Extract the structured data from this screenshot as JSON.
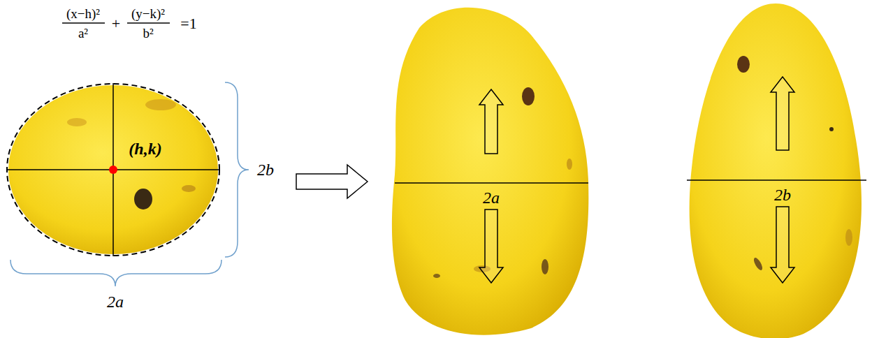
{
  "diagram": {
    "labels": [
      "(x−h)²",
      "a²",
      "+",
      "(y−k)²",
      "b²",
      "=1",
      "(h,k)",
      "2b",
      "2a",
      "2a",
      "2b"
    ]
  }
}
